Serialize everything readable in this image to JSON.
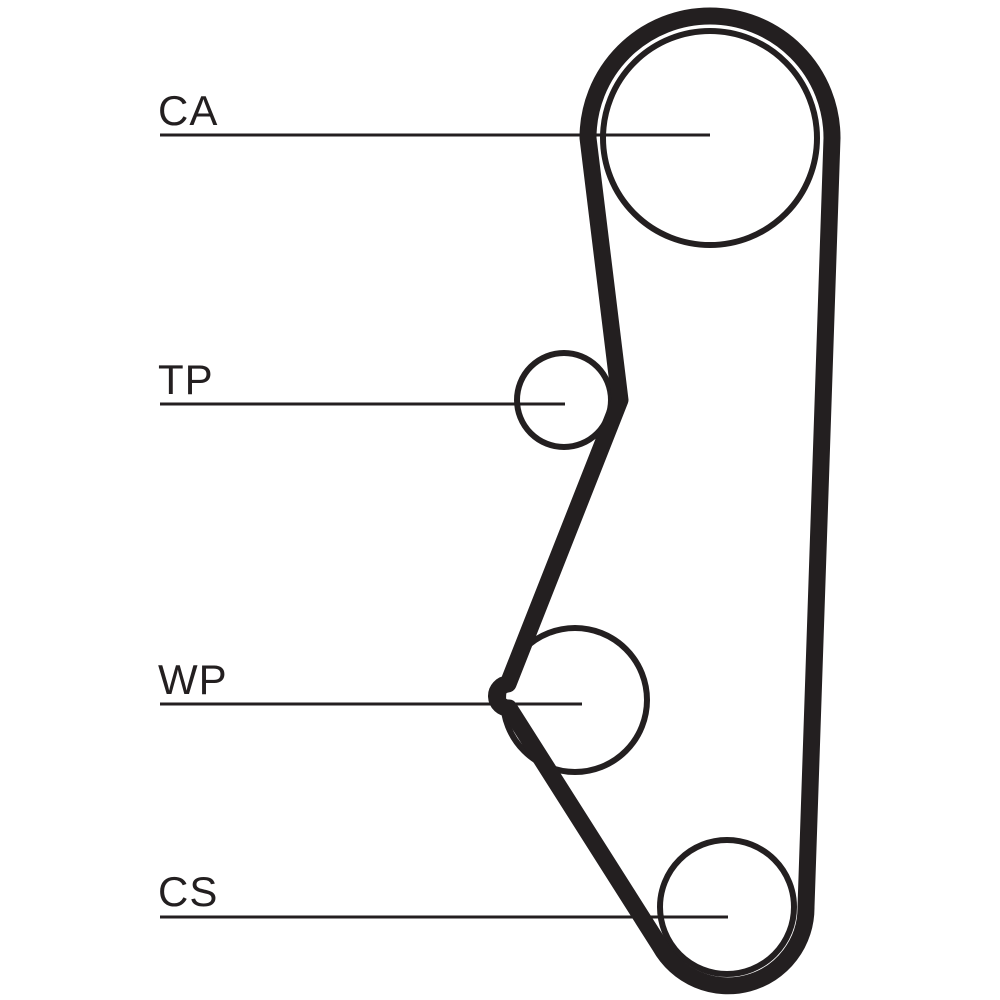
{
  "diagram": {
    "labels": {
      "camshaft": "CA",
      "tensioner": "TP",
      "water_pump": "WP",
      "crankshaft": "CS"
    },
    "colors": {
      "stroke": "#231f20",
      "background": "#ffffff"
    }
  }
}
